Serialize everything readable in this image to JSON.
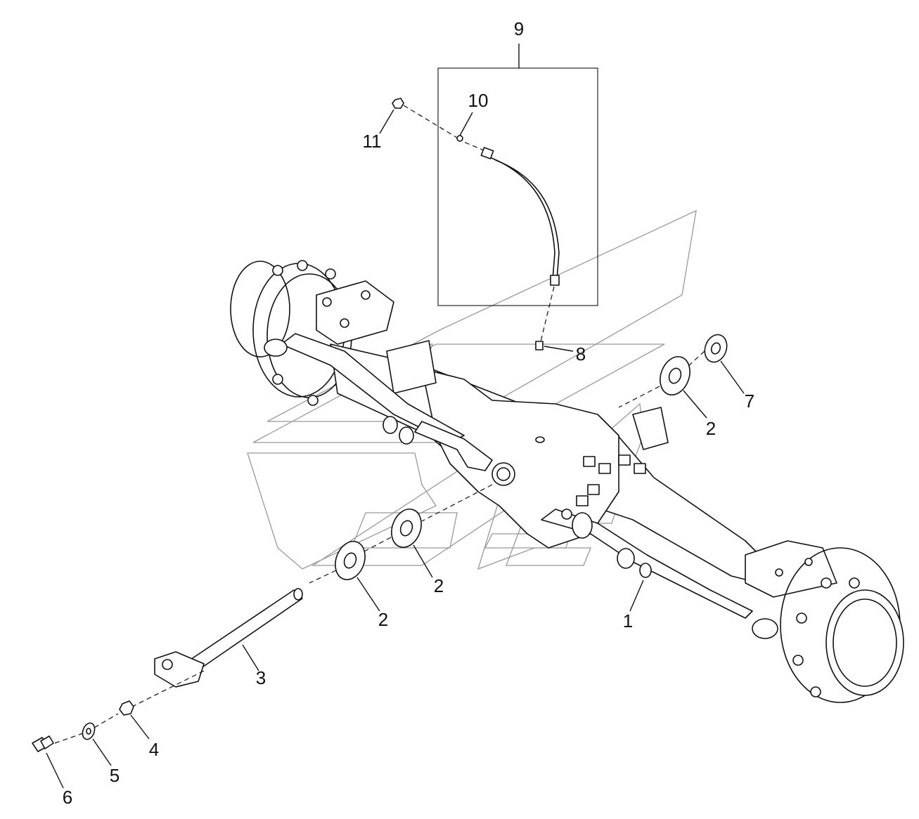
{
  "diagram": {
    "callouts": [
      {
        "id": "c1",
        "text": "1"
      },
      {
        "id": "c2a",
        "text": "2"
      },
      {
        "id": "c2b",
        "text": "2"
      },
      {
        "id": "c2c",
        "text": "2"
      },
      {
        "id": "c3",
        "text": "3"
      },
      {
        "id": "c4",
        "text": "4"
      },
      {
        "id": "c5",
        "text": "5"
      },
      {
        "id": "c6",
        "text": "6"
      },
      {
        "id": "c7",
        "text": "7"
      },
      {
        "id": "c8",
        "text": "8"
      },
      {
        "id": "c9",
        "text": "9"
      },
      {
        "id": "c10",
        "text": "10"
      },
      {
        "id": "c11",
        "text": "11"
      }
    ],
    "ink_color": "#111111",
    "watermark_color": "#999999",
    "background": "#ffffff"
  }
}
